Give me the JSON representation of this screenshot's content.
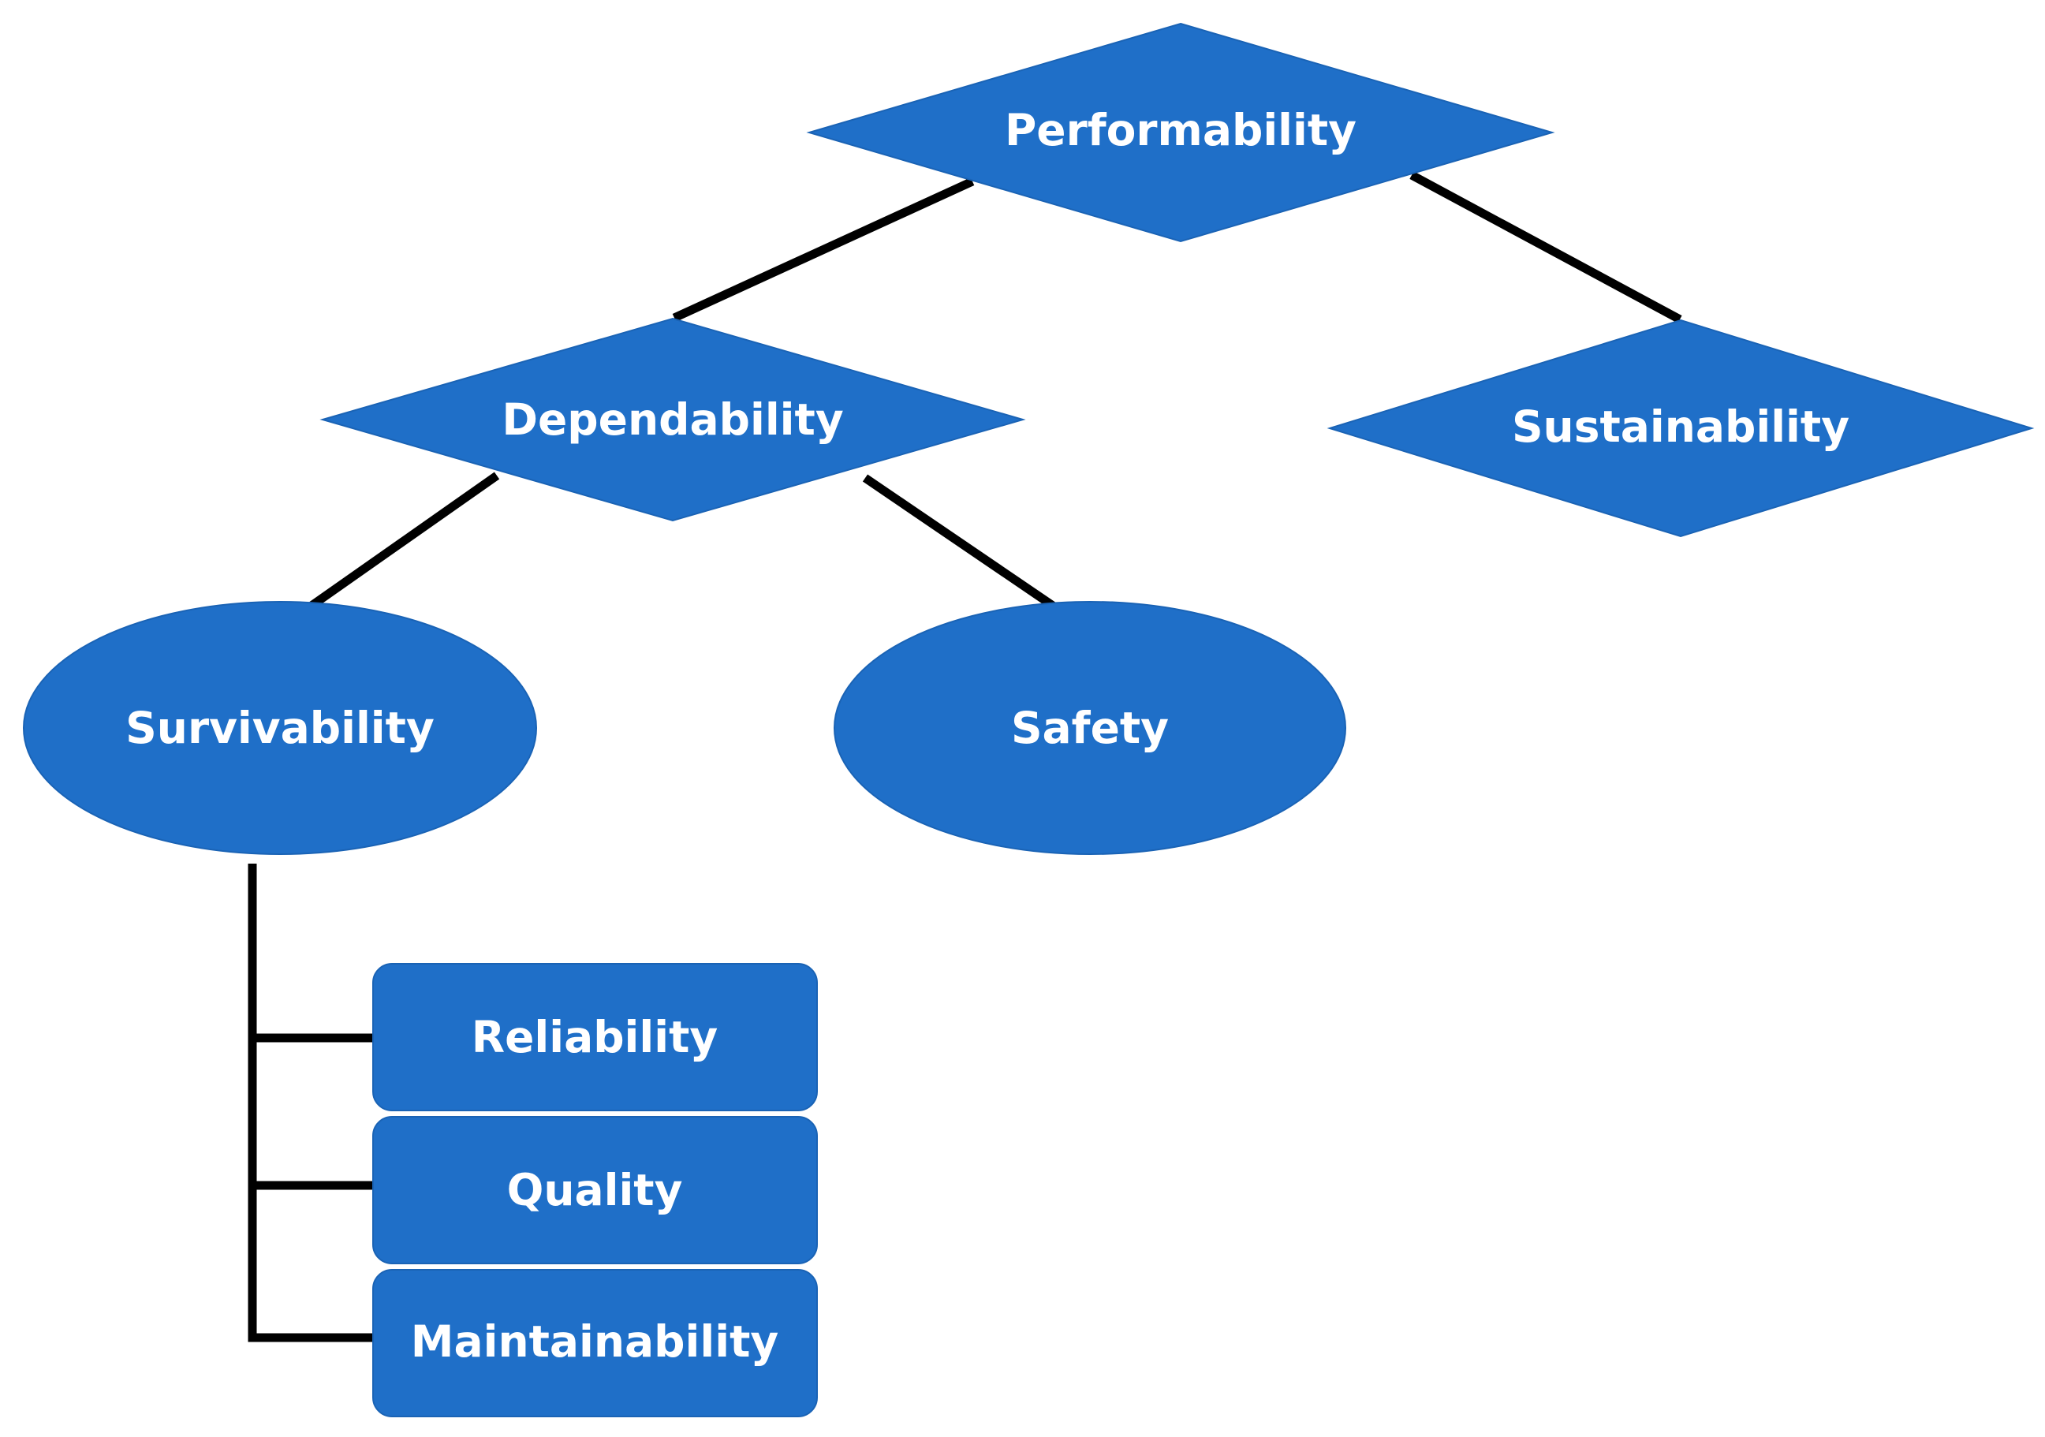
{
  "colors": {
    "node_fill": "#1f6fc8",
    "connector": "#000000",
    "label": "#ffffff",
    "background": "#ffffff"
  },
  "nodes": {
    "performability": "Performability",
    "dependability": "Dependability",
    "sustainability": "Sustainability",
    "survivability": "Survivability",
    "safety": "Safety",
    "reliability": "Reliability",
    "quality": "Quality",
    "maintainability": "Maintainability"
  },
  "edges": [
    [
      "Performability",
      "Dependability"
    ],
    [
      "Performability",
      "Sustainability"
    ],
    [
      "Dependability",
      "Survivability"
    ],
    [
      "Dependability",
      "Safety"
    ],
    [
      "Survivability",
      "Reliability"
    ],
    [
      "Survivability",
      "Quality"
    ],
    [
      "Survivability",
      "Maintainability"
    ]
  ]
}
